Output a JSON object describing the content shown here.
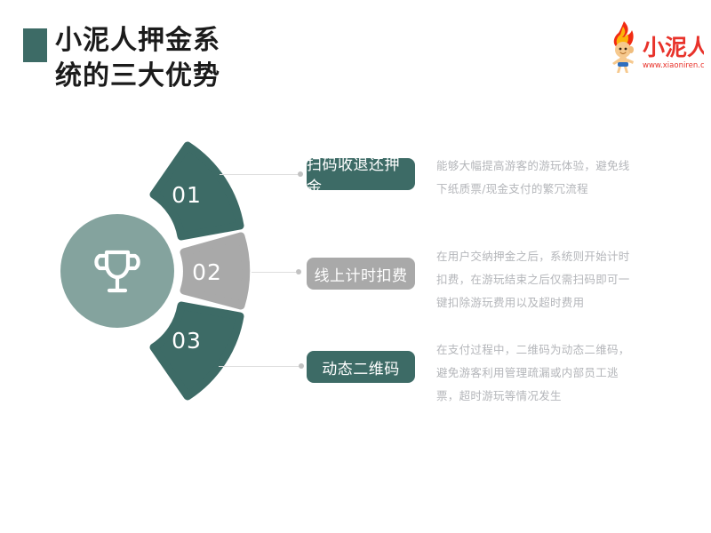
{
  "slide": {
    "background_color": "#ffffff",
    "title": "小泥人押金系\n统的三大优势",
    "title_accent_color": "#3d6b66"
  },
  "logo": {
    "brand_name": "小泥人",
    "website": "www.xiaoniren.com",
    "brand_color": "#e8322a",
    "icon_name": "flame-mascot-icon"
  },
  "diagram": {
    "center": {
      "icon_name": "trophy-icon",
      "fill_color": "#84a39e"
    },
    "segments": [
      {
        "number": "01",
        "color": "#3d6b66"
      },
      {
        "number": "02",
        "color": "#a9a9a9"
      },
      {
        "number": "03",
        "color": "#3d6b66"
      }
    ]
  },
  "advantages": [
    {
      "number": "01",
      "label": "扫码收退还押金",
      "label_color": "#3d6b66",
      "description": "能够大幅提高游客的游玩体验，避免线下纸质票/现金支付的繁冗流程"
    },
    {
      "number": "02",
      "label": "线上计时扣费",
      "label_color": "#a9a9a9",
      "description": "在用户交纳押金之后，系统则开始计时扣费，在游玩结束之后仅需扫码即可一键扣除游玩费用以及超时费用"
    },
    {
      "number": "03",
      "label": "动态二维码",
      "label_color": "#3d6b66",
      "description": "在支付过程中，二维码为动态二维码，避免游客利用管理疏漏或内部员工逃票，超时游玩等情况发生"
    }
  ]
}
